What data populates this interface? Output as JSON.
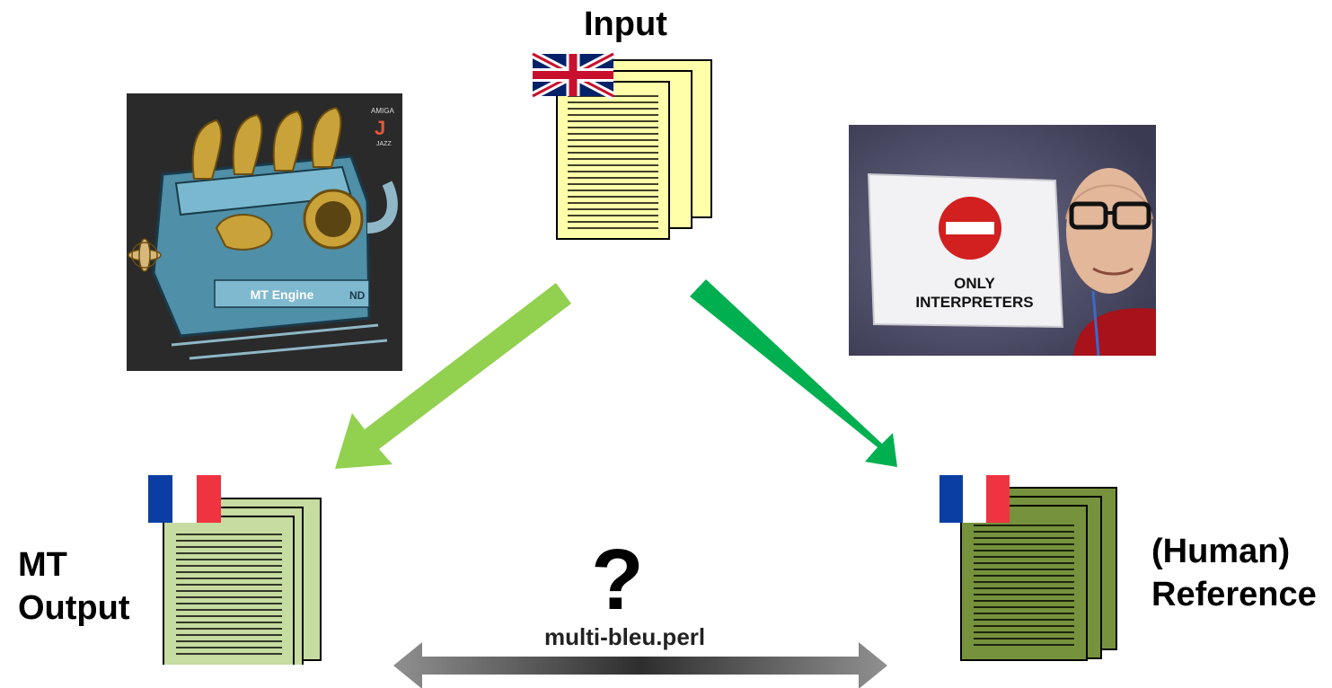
{
  "input": {
    "title": "Input",
    "source_flag": "uk-flag"
  },
  "mt_engine": {
    "label": "MT Engine",
    "album_brand": "AMIGA",
    "album_letter": "J",
    "album_genre": "JAZZ",
    "plate_text": "ND"
  },
  "interpreter_photo": {
    "sign_line1": "ONLY",
    "sign_line2": "INTERPRETERS"
  },
  "mt_output": {
    "line1": "MT",
    "line2": "Output",
    "flag": "french-flag"
  },
  "reference": {
    "line1": "(Human)",
    "line2": "Reference",
    "flag": "french-flag"
  },
  "comparison": {
    "symbol": "?",
    "tool": "multi-bleu.perl"
  },
  "colors": {
    "input_doc": "#ffffaa",
    "mt_output_doc": "#c6dca0",
    "reference_doc": "#76923c",
    "arrow_left": "#92d050",
    "arrow_right": "#00b050"
  }
}
